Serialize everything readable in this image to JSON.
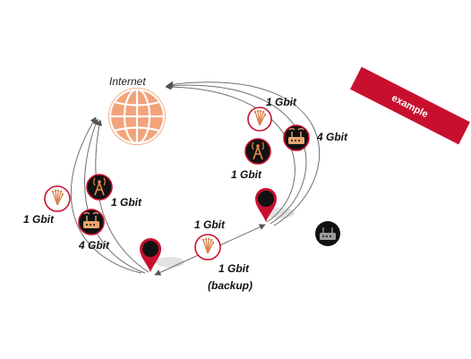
{
  "colors": {
    "accent": "#c8102e",
    "globe": "#f2a37a",
    "node_dark": "#111111",
    "arrow": "#6f6f6f",
    "shadow": "#e2e2e2"
  },
  "banner": {
    "text": "example"
  },
  "internet": {
    "label": "Internet",
    "icon": "globe-icon"
  },
  "links": {
    "left_fiber": "1 Gbit",
    "left_radio": "1 Gbit",
    "left_router": "4 Gbit",
    "right_fiber": "1 Gbit",
    "right_router": "4 Gbit",
    "right_radio": "1 Gbit",
    "mid_fiber": "1 Gbit",
    "backup_speed": "1 Gbit",
    "backup_tag": "(backup)"
  },
  "icons": {
    "fiber": "fiber-optic-icon",
    "radio": "radio-tower-icon",
    "router": "router-icon",
    "pin": "location-pin-icon"
  }
}
